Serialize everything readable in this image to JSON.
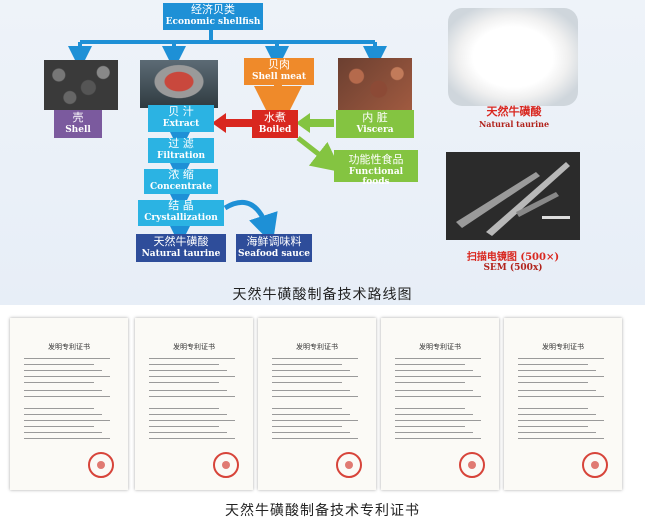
{
  "diagram": {
    "top": {
      "cn": "经济贝类",
      "en": "Economic shellfish"
    },
    "shell": {
      "cn": "壳",
      "en": "Shell"
    },
    "meat": {
      "cn": "贝肉",
      "en": "Shell meat"
    },
    "viscera": {
      "cn": "内 脏",
      "en": "Viscera"
    },
    "boiled": {
      "cn": "水煮",
      "en": "Boiled"
    },
    "extract": {
      "cn": "贝 汁",
      "en": "Extract"
    },
    "filtration": {
      "cn": "过 滤",
      "en": "Filtration"
    },
    "concentrate": {
      "cn": "浓 缩",
      "en": "Concentrate"
    },
    "crystallization": {
      "cn": "结 晶",
      "en": "Crystallization"
    },
    "taurine_product": {
      "cn": "天然牛磺酸",
      "en": "Natural taurine"
    },
    "seafood_sauce": {
      "cn": "海鲜调味料",
      "en": "Seafood sauce"
    },
    "functional_foods": {
      "cn": "功能性食品",
      "en": "Functional foods"
    },
    "natural_taurine_photo": {
      "cn": "天然牛磺酸",
      "en": "Natural taurine"
    },
    "sem_photo": {
      "cn": "扫描电镜图 (500×)",
      "en": "SEM (500x)"
    }
  },
  "captions": {
    "route": "天然牛磺酸制备技术路线图",
    "patents": "天然牛磺酸制备技术专利证书"
  },
  "certificates": [
    {
      "title": "发明专利证书"
    },
    {
      "title": "发明专利证书"
    },
    {
      "title": "发明专利证书"
    },
    {
      "title": "发明专利证书"
    },
    {
      "title": "发明专利证书"
    }
  ],
  "colors": {
    "blue": "#1e90d6",
    "orange": "#ef8a2a",
    "red": "#d9271f",
    "green": "#84c441",
    "purple": "#7b5a9e",
    "navy": "#2e4d9a"
  }
}
